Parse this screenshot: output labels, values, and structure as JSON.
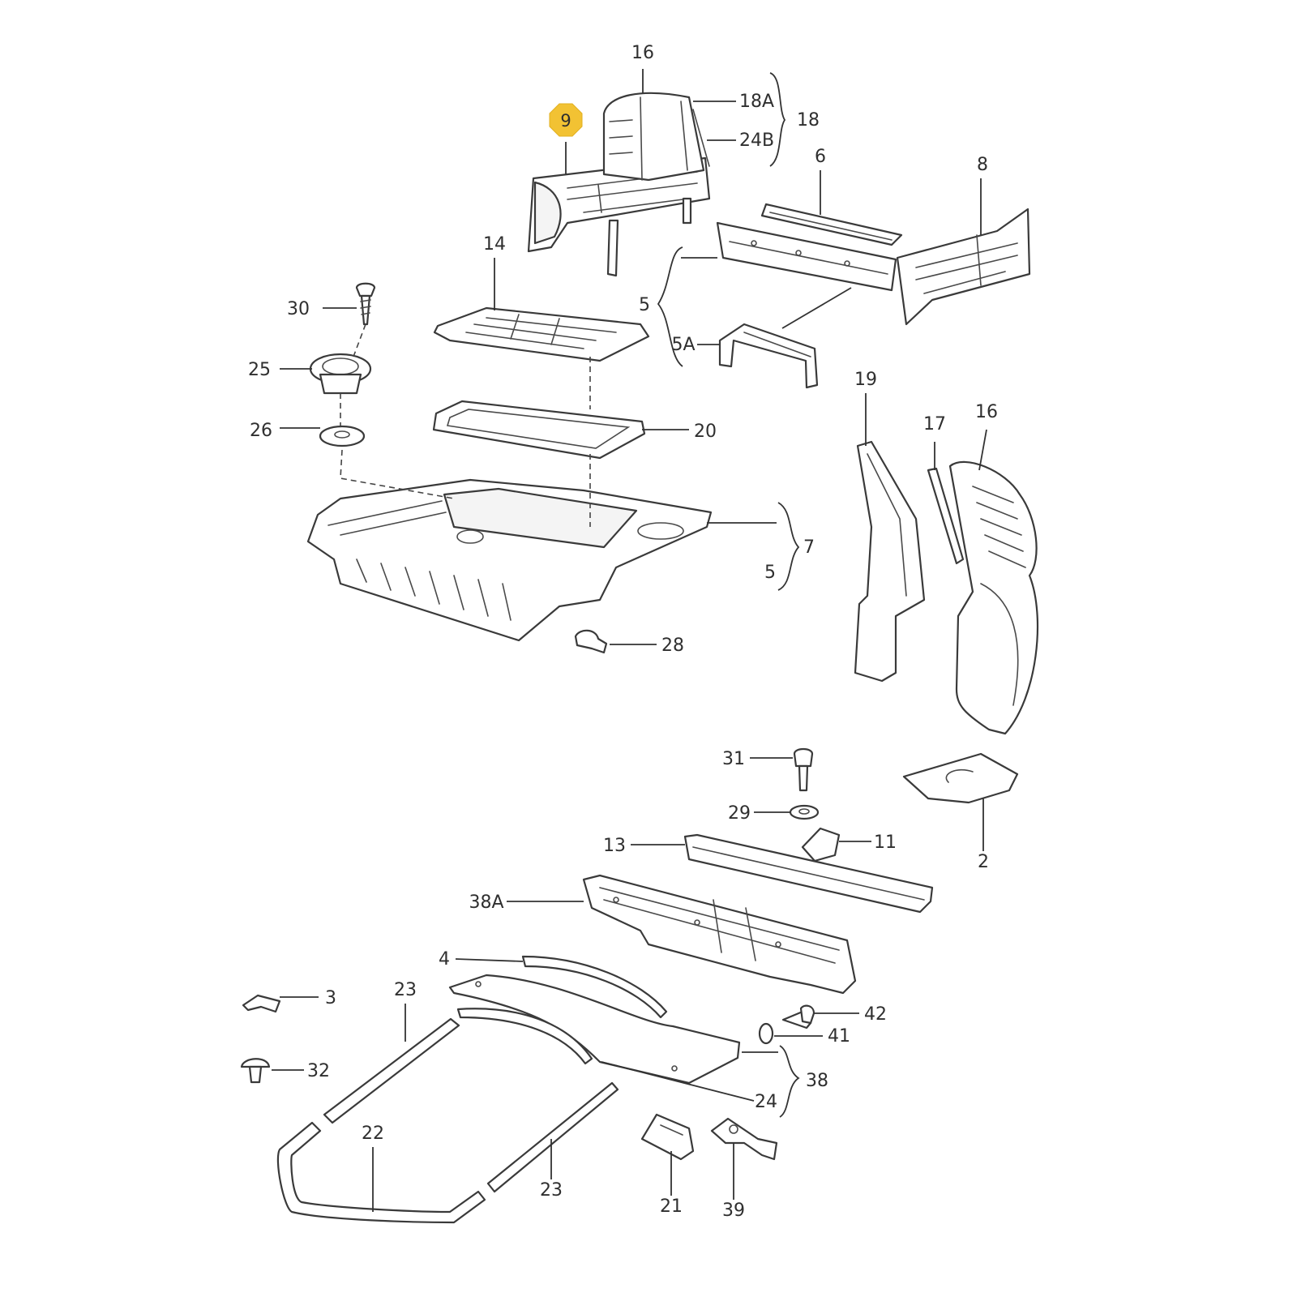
{
  "diagram": {
    "highlight_color": "#f2c233",
    "highlighted_part": "9",
    "callouts": {
      "c16_top": "16",
      "c18a": "18A",
      "c18": "18",
      "c24b": "24B",
      "c9": "9",
      "c6": "6",
      "c8": "8",
      "c14": "14",
      "c5_top": "5",
      "c5a": "5A",
      "c30": "30",
      "c25": "25",
      "c26": "26",
      "c20": "20",
      "c19": "19",
      "c17": "17",
      "c16_right": "16",
      "c7": "7",
      "c5_mid": "5",
      "c28": "28",
      "c31": "31",
      "c29": "29",
      "c11": "11",
      "c13": "13",
      "c2": "2",
      "c38a": "38A",
      "c4": "4",
      "c3": "3",
      "c23_top": "23",
      "c32": "32",
      "c42": "42",
      "c41": "41",
      "c38": "38",
      "c24": "24",
      "c22": "22",
      "c23_bottom": "23",
      "c21": "21",
      "c39": "39"
    }
  }
}
